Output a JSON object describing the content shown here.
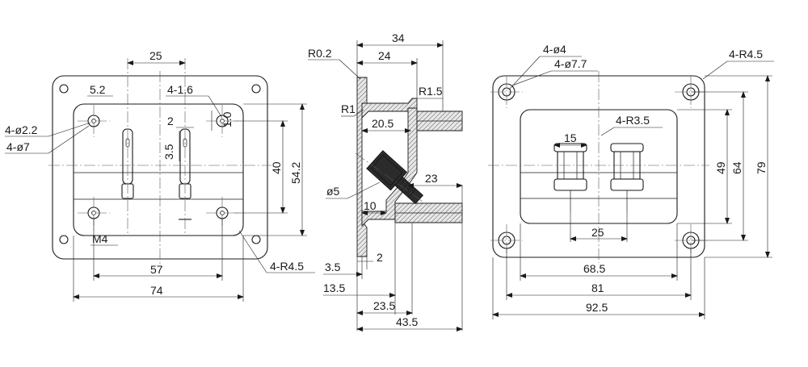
{
  "front_view": {
    "dims": {
      "d25": "25",
      "d5_2": "5.2",
      "d4_1_6": "4-1.6",
      "d4_phi2_2": "4-ø2.2",
      "d4_phi7": "4-ø7",
      "d2": "2",
      "d1_0": "1.0",
      "d3_5": "3.5",
      "d40": "40",
      "d54_2": "54.2",
      "m4": "M4",
      "d57": "57",
      "d74": "74",
      "d4_r4_5": "4-R4.5"
    }
  },
  "side_view": {
    "dims": {
      "d34": "34",
      "r0_2": "R0.2",
      "d24": "24",
      "r1_5": "R1.5",
      "r1": "R1",
      "d20_5": "20.5",
      "phi5": "ø5",
      "d23": "23",
      "d10": "10",
      "d3_5": "3.5",
      "d2": "2",
      "d13_5": "13.5",
      "d23_5": "23.5",
      "d43_5": "43.5"
    }
  },
  "rear_view": {
    "dims": {
      "d4_phi4": "4-ø4",
      "d4_phi7_7": "4-ø7.7",
      "d4_r4_5": "4-R4.5",
      "d4_r3_5": "4-R3.5",
      "d15": "15",
      "d49": "49",
      "d64": "64",
      "d79": "79",
      "d25": "25",
      "d68_5": "68.5",
      "d81": "81",
      "d92_5": "92.5"
    }
  }
}
